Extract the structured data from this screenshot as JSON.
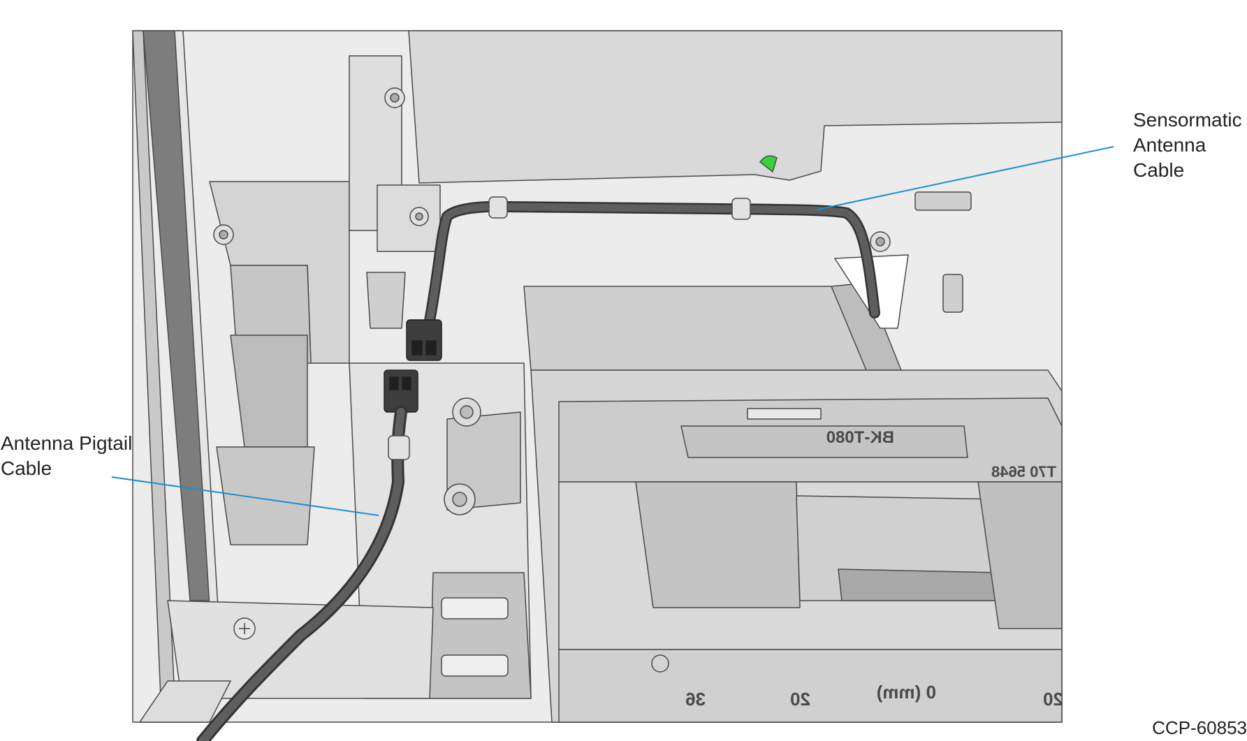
{
  "callouts": {
    "sensormatic": [
      "Sensormatic",
      "Antenna",
      "Cable"
    ],
    "pigtail": [
      "Antenna Pigtail",
      "Cable"
    ]
  },
  "stamps": {
    "model": "BK-T080",
    "code": "T70 5648",
    "ruler_36": "36",
    "ruler_20a": "20",
    "ruler_0": "0 (mm)",
    "ruler_20b": "20"
  },
  "doc_id": "CCP-60853",
  "colors": {
    "leader": "#1a8fd0",
    "cable": "#555555",
    "metal_light": "#ececec",
    "metal_mid": "#d6d6d6",
    "metal_dark": "#bdbdbd",
    "outline": "#4a4a4a",
    "highlight": "#3ad13a"
  }
}
